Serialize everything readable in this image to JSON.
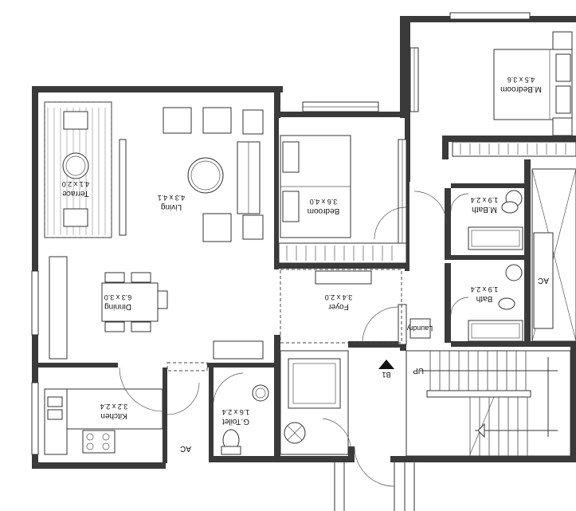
{
  "rooms": {
    "terrace": {
      "name": "Terrace",
      "size": "4.1 x 2.0"
    },
    "living": {
      "name": "Living",
      "size": "4.3 x 4.1"
    },
    "bedroom": {
      "name": "Bedroom",
      "size": "3.6 x 4.0"
    },
    "mbedroom": {
      "name": "M.Bedroom",
      "size": "4.5 x 3.6"
    },
    "mbath": {
      "name": "M.Bath",
      "size": "1.9 x 2.4"
    },
    "bath": {
      "name": "Bath",
      "size": "1.9 x 2.4"
    },
    "dinning": {
      "name": "Dinning",
      "size": "6.3 x 3.0"
    },
    "foyer": {
      "name": "Foyer",
      "size": "3.4 x 2.0"
    },
    "kitchen": {
      "name": "Kitchen",
      "size": "3.2 x 2.4"
    },
    "gtoilet": {
      "name": "G.Toilet",
      "size": "1.6 x 2.4"
    }
  },
  "labels": {
    "laundry": "Laundry",
    "ac_right": "AC",
    "ac_bottom": "AC",
    "up": "UP",
    "b1": "B1"
  }
}
